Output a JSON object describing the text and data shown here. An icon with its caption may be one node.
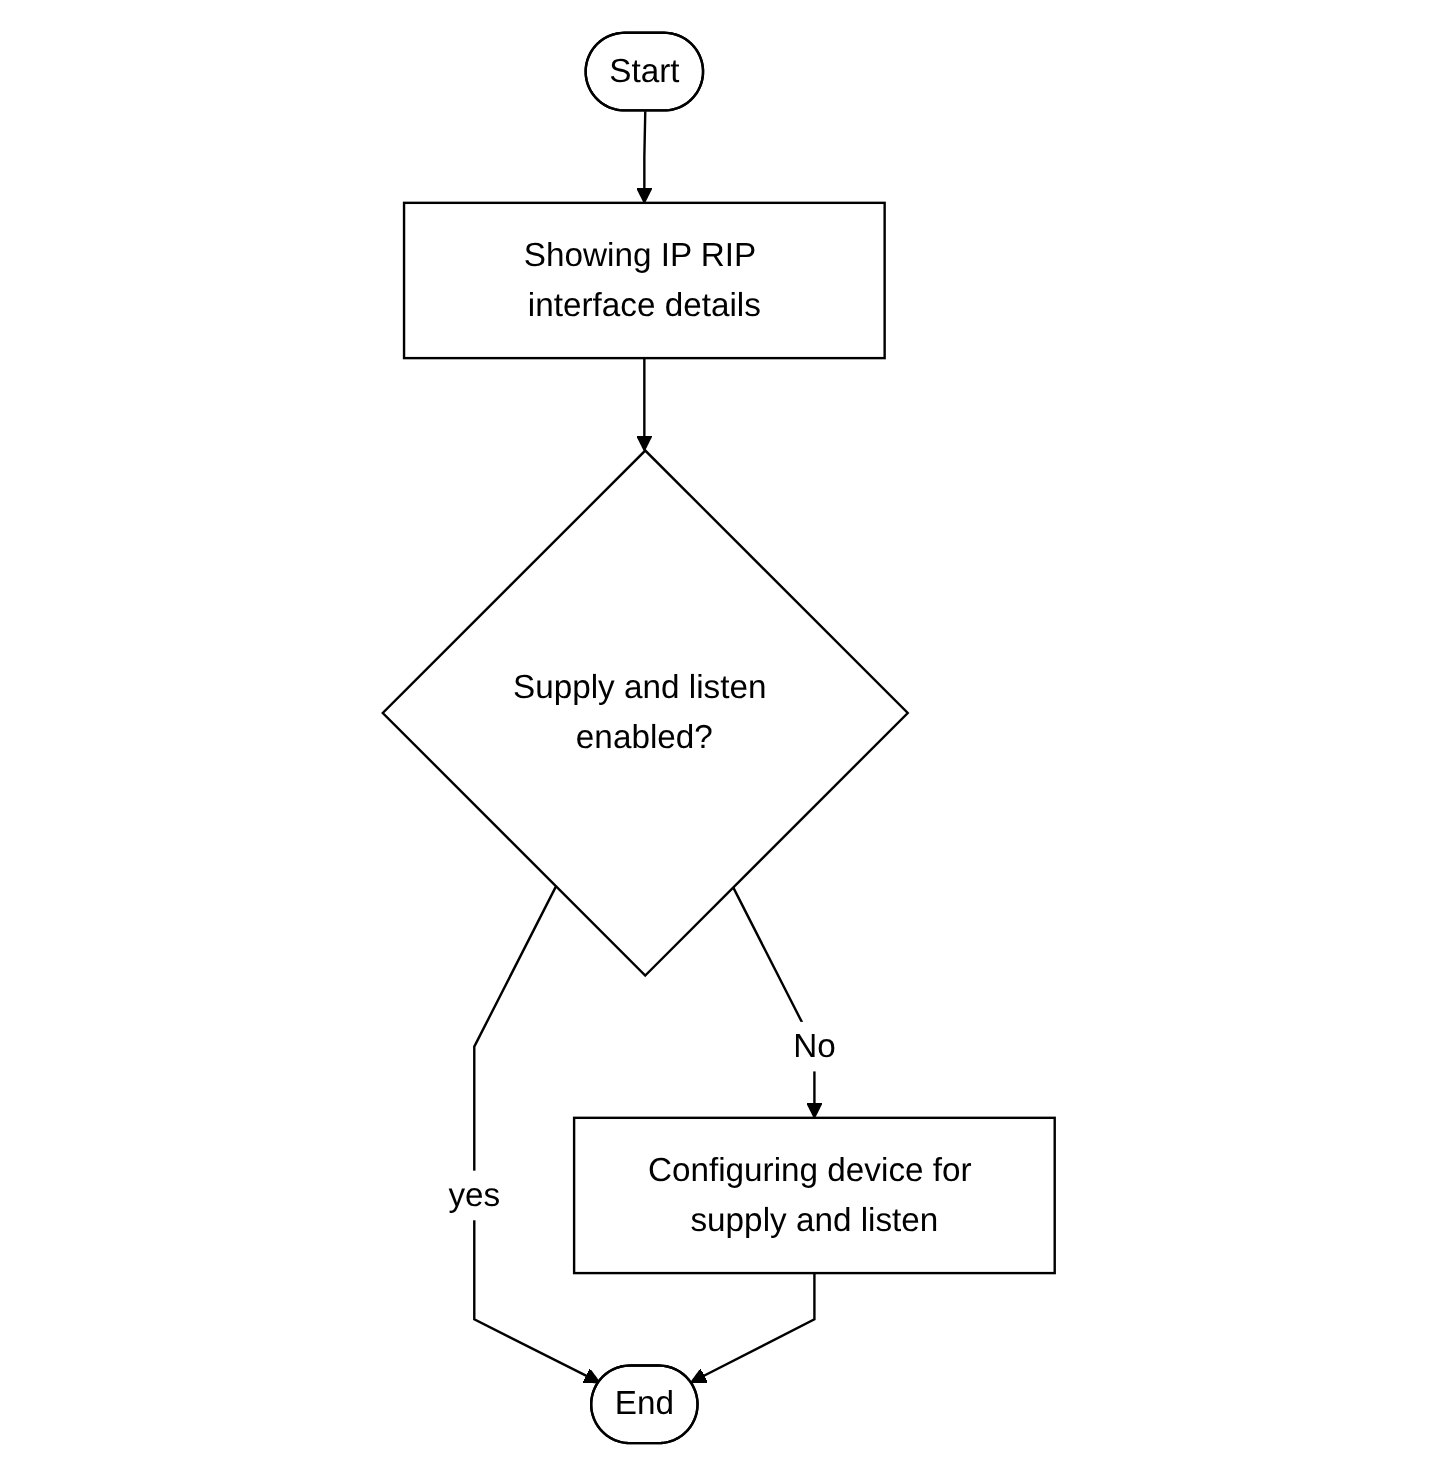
{
  "diagram": {
    "nodes": [
      {
        "text": [
          "Start"
        ]
      },
      {
        "text": [
          "Showing IP RIP interface details"
        ]
      },
      {
        "text": [
          "Supply and listen enabled?"
        ]
      },
      {
        "text": [
          "Configuring device for supply and listen"
        ]
      },
      {
        "text": [
          "End"
        ]
      }
    ],
    "edges": [
      {
        "from": 0,
        "to": 1,
        "arrow": "to"
      },
      {
        "from": 1,
        "to": 2,
        "arrow": "to"
      },
      {
        "from": 2,
        "to": 3,
        "arrow": "to",
        "label": "No"
      },
      {
        "from": 2,
        "to": 4,
        "arrow": "to",
        "label": "yes"
      },
      {
        "from": 3,
        "to": 4,
        "arrow": "to"
      }
    ]
  }
}
